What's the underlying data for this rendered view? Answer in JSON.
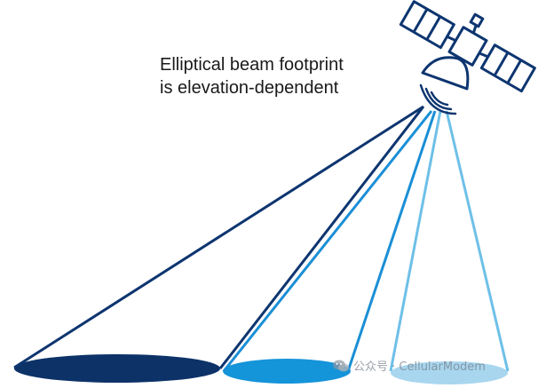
{
  "caption": {
    "line1": "Elliptical beam footprint",
    "line2": "is elevation-dependent"
  },
  "watermark": {
    "text": "公众号 · CellularModem",
    "icon": "wechat-icon"
  },
  "colors": {
    "beam_low": "#0d3570",
    "beam_mid": "#1a8fd6",
    "beam_high": "#6ec0e8",
    "footprint_low": "#0c3268",
    "footprint_mid": "#1494d9",
    "footprint_high": "#a8d6ef",
    "satellite_outline": "#0d3570"
  }
}
